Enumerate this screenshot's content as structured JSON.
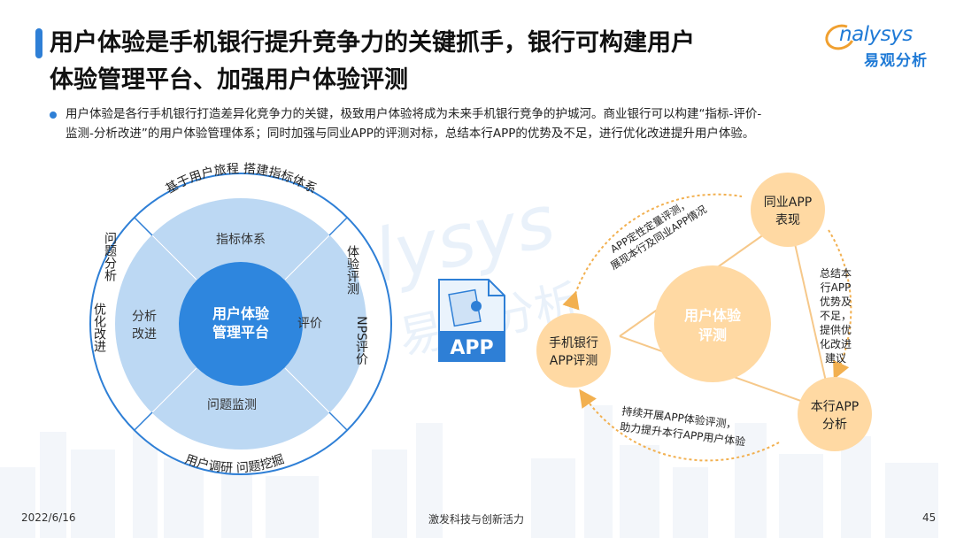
{
  "title": "用户体验是手机银行提升竞争力的关键抓手，银行可构建用户体验管理平台、加强用户体验评测",
  "title_line1": "用户体验是手机银行提升竞争力的关键抓手，银行可构建用户",
  "title_line2": "体验管理平台、加强用户体验评测",
  "logo": {
    "en": "nalysys",
    "cn": "易观分析"
  },
  "description_line1": "用户体验是各行手机银行打造差异化竞争力的关键，极致用户体验将成为未来手机银行竞争的护城河。商业银行可以构建“指标-评价-",
  "description_line2": "监测-分析改进”的用户体验管理体系；同时加强与同业APP的评测对标，总结本行APP的优势及不足，进行优化改进提升用户体验。",
  "left_diagram": {
    "center_line1": "用户体验",
    "center_line2": "管理平台",
    "inner_top": "指标体系",
    "inner_right": "评价",
    "inner_bottom": "问题监测",
    "inner_left_line1": "分析",
    "inner_left_line2": "改进",
    "outer_top": "基于用户旅程 搭建指标体系",
    "outer_right_a": "体验评测",
    "outer_right_b": "NPS评价",
    "outer_bottom": "用户调研  问题挖掘",
    "outer_left_a": "问题分析",
    "outer_left_b": "优化改进"
  },
  "app_icon_label": "APP",
  "right_diagram": {
    "center_line1": "用户体验",
    "center_line2": "评测",
    "node_peer_line1": "同业APP",
    "node_peer_line2": "表现",
    "node_mobile_line1": "手机银行",
    "node_mobile_line2": "APP评测",
    "node_own_line1": "本行APP",
    "node_own_line2": "分析",
    "arc_top_line1": "APP定性定量评测，",
    "arc_top_line2": "展现本行及同业APP情况",
    "arc_right_lines": [
      "总结本",
      "行APP",
      "优势及",
      "不足，",
      "提供优",
      "化改进",
      "建议"
    ],
    "arc_bottom_line1": "持续开展APP体验评测，",
    "arc_bottom_line2": "助力提升本行APP用户体验"
  },
  "watermark": {
    "en": "nalysys",
    "cn": "易观分析"
  },
  "footer": {
    "date": "2022/6/16",
    "slogan": "激发科技与创新活力",
    "page": "45"
  },
  "colors": {
    "title_blue": "#2e7fd6",
    "ring_outer_border": "#2e7fd6",
    "ring_mid": "#bcd8f3",
    "ring_inner": "#2e86de",
    "node_orange": "#ffd9a3",
    "arc_orange": "#f2b050"
  }
}
